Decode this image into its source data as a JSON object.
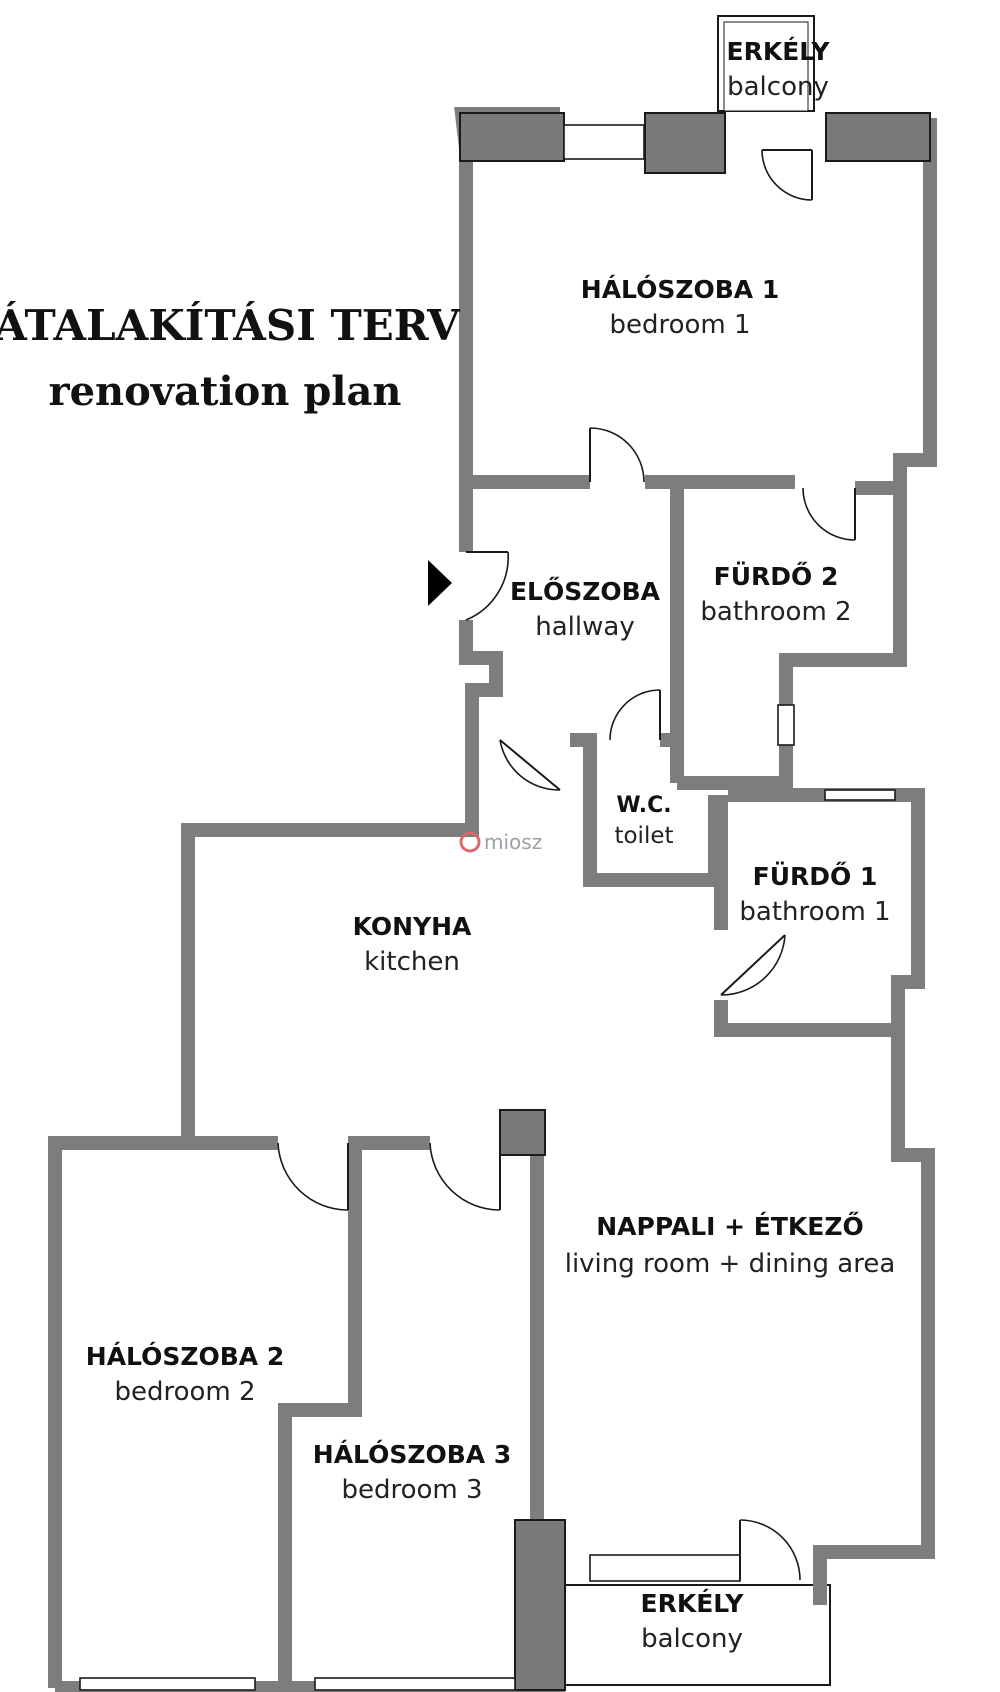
{
  "title": {
    "hu": "ÁTALAKÍTÁSI TERV",
    "en": "renovation plan"
  },
  "watermark": "miosz",
  "rooms": {
    "balcony_top": {
      "hu": "ERKÉLY",
      "en": "balcony"
    },
    "bedroom1": {
      "hu": "HÁLÓSZOBA 1",
      "en": "bedroom 1"
    },
    "hallway": {
      "hu": "ELŐSZOBA",
      "en": "hallway"
    },
    "bathroom2": {
      "hu": "FÜRDŐ 2",
      "en": "bathroom 2"
    },
    "wc": {
      "hu": "W.C.",
      "en": "toilet"
    },
    "bathroom1": {
      "hu": "FÜRDŐ 1",
      "en": "bathroom 1"
    },
    "kitchen": {
      "hu": "KONYHA",
      "en": "kitchen"
    },
    "living": {
      "hu": "NAPPALI + ÉTKEZŐ",
      "en": "living room + dining area"
    },
    "bedroom2": {
      "hu": "HÁLÓSZOBA 2",
      "en": "bedroom 2"
    },
    "bedroom3": {
      "hu": "HÁLÓSZOBA 3",
      "en": "bedroom 3"
    },
    "balcony_bottom": {
      "hu": "ERKÉLY",
      "en": "balcony"
    }
  },
  "colors": {
    "wall": "#7d7d7d",
    "wall_outline": "#1a1a1a",
    "background": "#ffffff",
    "entrance_arrow": "#000000"
  }
}
